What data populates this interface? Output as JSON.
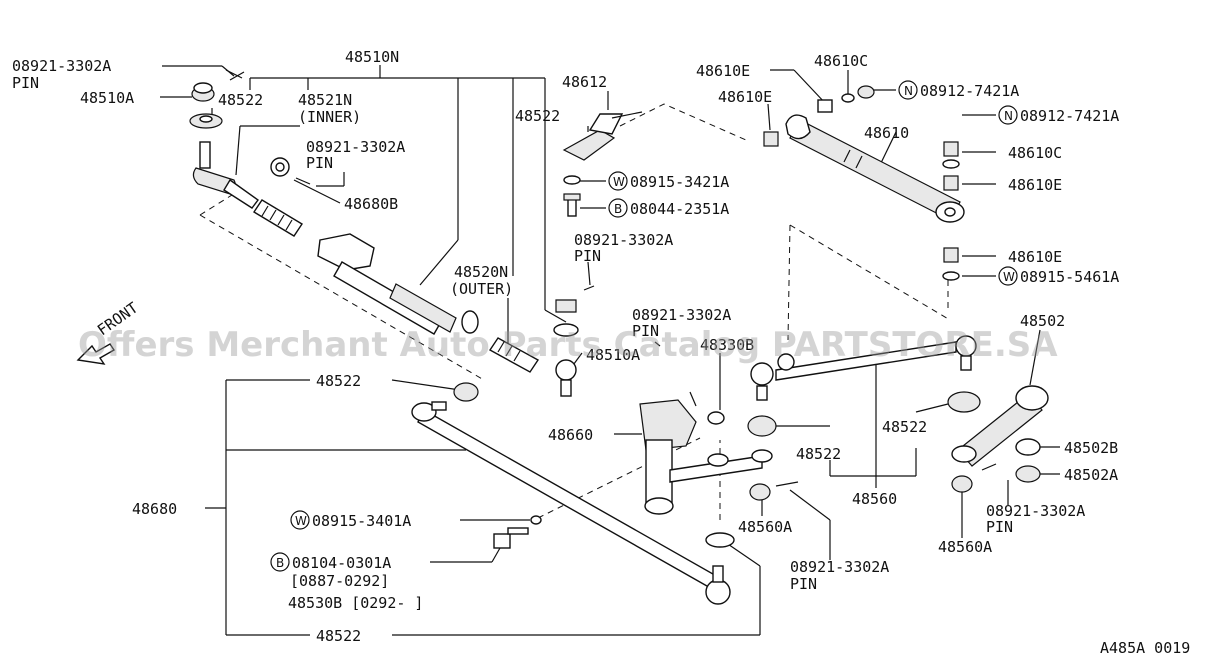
{
  "diagram": {
    "watermark": "Offers Merchant Auto Parts Catalog PARTSTORE.SA",
    "figure_code": "A485A 0019",
    "front_label": "FRONT",
    "labels": {
      "pin_3302_top": "08921-3302A",
      "pin_word_top": "PIN",
      "p48510A": "48510A",
      "p48522_top": "48522",
      "p48521N": "48521N",
      "inner": "(INNER)",
      "p48510N": "48510N",
      "pin_3302_mid": "08921-3302A",
      "pin_word_mid": "PIN",
      "p48680B": "48680B",
      "p48612": "48612",
      "p48522_mid": "48522",
      "p48520N": "48520N",
      "outer": "(OUTER)",
      "p48510A_mid": "48510A",
      "w_3421": "08915-3421A",
      "w_prefix_3421": "W",
      "b_2351": "08044-2351A",
      "b_prefix_2351": "B",
      "pin_3302_c": "08921-3302A",
      "pin_word_c": "PIN",
      "pin_3302_d": "08921-3302A",
      "pin_word_d": "PIN",
      "p48610E_a": "48610E",
      "p48610C_a": "48610C",
      "n_7421_a": "08912-7421A",
      "n_prefix_a": "N",
      "p48610E_b": "48610E",
      "p48610": "48610",
      "n_7421_b": "08912-7421A",
      "n_prefix_b": "N",
      "p48610C_b": "48610C",
      "p48610E_c": "48610E",
      "p48610E_d": "48610E",
      "w_5461": "08915-5461A",
      "w_prefix_5461": "W",
      "p48502": "48502",
      "p48330B": "48330B",
      "p48522_left": "48522",
      "p48660": "48660",
      "p48522_center": "48522",
      "p48522_right": "48522",
      "p48502B": "48502B",
      "p48502A": "48502A",
      "p48560": "48560",
      "p48680": "48680",
      "w_3401": "08915-3401A",
      "w_prefix_3401": "W",
      "p48560A_a": "48560A",
      "pin_3302_e": "08921-3302A",
      "pin_word_e": "PIN",
      "b_0301": "08104-0301A",
      "b_prefix_0301": "B",
      "date_0887": "[0887-0292]",
      "p48530B": "48530B [0292-      ]",
      "pin_3302_f": "08921-3302A",
      "pin_word_f": "PIN",
      "p48560A_b": "48560A",
      "p48522_bottom": "48522"
    }
  }
}
